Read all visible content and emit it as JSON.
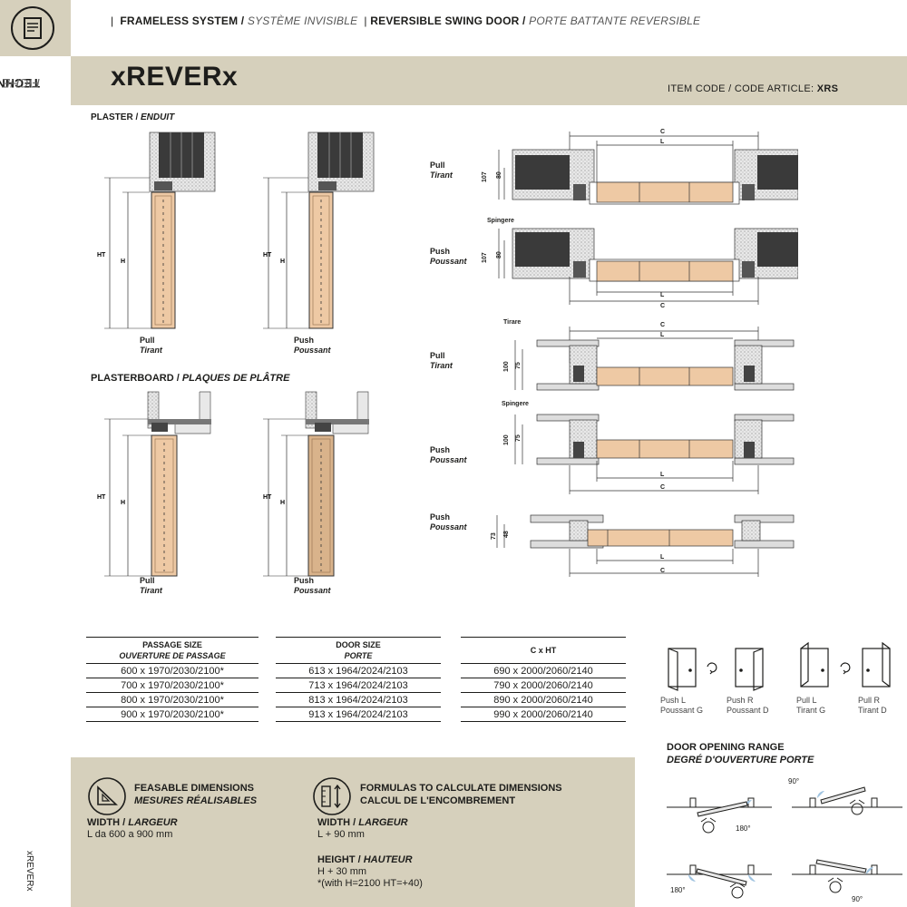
{
  "header": {
    "system": "FRAMELESS SYSTEM /",
    "system_fr": "SYSTÈME INVISIBLE",
    "door": "REVERSIBLE SWING DOOR /",
    "door_fr": "PORTE BATTANTE REVERSIBLE",
    "title": "xREVERx",
    "item_code_label": "ITEM CODE / CODE ARTICLE:",
    "item_code": "XRS"
  },
  "sidebar": {
    "title": "TECHNICAL SHEET /",
    "title_fr": "FICHE TECNIQUE",
    "footer": "xREVERx"
  },
  "sections": {
    "plaster": "PLASTER /",
    "plaster_fr": "ENDUIT",
    "plasterboard": "PLASTERBOARD /",
    "plasterboard_fr": "PLAQUES DE PLÂTRE"
  },
  "labels": {
    "pull": "Pull",
    "tirant": "Tirant",
    "push": "Push",
    "poussant": "Poussant",
    "spingere": "Spingere",
    "tirare": "Tirare",
    "ht": "HT",
    "h": "H",
    "c": "C",
    "l": "L",
    "d107": "107",
    "d80": "80",
    "d100": "100",
    "d75": "75",
    "d73": "73",
    "d48": "48"
  },
  "tables": {
    "passage": {
      "header": "PASSAGE SIZE",
      "header_fr": "OUVERTURE DE PASSAGE",
      "rows": [
        "600 x 1970/2030/2100*",
        "700 x 1970/2030/2100*",
        "800 x 1970/2030/2100*",
        "900 x 1970/2030/2100*"
      ]
    },
    "door": {
      "header": "DOOR SIZE",
      "header_fr": "PORTE",
      "rows": [
        "613 x 1964/2024/2103",
        "713 x 1964/2024/2103",
        "813 x 1964/2024/2103",
        "913 x 1964/2024/2103"
      ]
    },
    "cxht": {
      "header": "C x HT",
      "rows": [
        "690 x 2000/2060/2140",
        "790 x 2000/2060/2140",
        "890 x 2000/2060/2140",
        "990 x 2000/2060/2140"
      ]
    }
  },
  "handing": [
    {
      "l1": "Push L",
      "l2": "Poussant G"
    },
    {
      "l1": "Push R",
      "l2": "Poussant D"
    },
    {
      "l1": "Pull L",
      "l2": "Tirant G"
    },
    {
      "l1": "Pull R",
      "l2": "Tirant D"
    }
  ],
  "footer": {
    "feasible_title": "FEASABLE DIMENSIONS",
    "feasible_title_fr": "MESURES RÉALISABLES",
    "width_label": "WIDTH /",
    "width_label_fr": "LARGEUR",
    "feasible_width": "L da 600 a 900 mm",
    "formulas_title": "FORMULAS TO CALCULATE DIMENSIONS",
    "formulas_title_fr": "CALCUL DE L'ENCOMBREMENT",
    "formula_width": "L + 90 mm",
    "height_label": "HEIGHT /",
    "height_label_fr": "HAUTEUR",
    "formula_height": "H + 30 mm",
    "formula_note": "*(with H=2100  HT=+40)"
  },
  "opening_range": {
    "title": "DOOR OPENING RANGE",
    "title_fr": "DEGRÉ D'OUVERTURE PORTE",
    "a90": "90°",
    "a180": "180°"
  }
}
